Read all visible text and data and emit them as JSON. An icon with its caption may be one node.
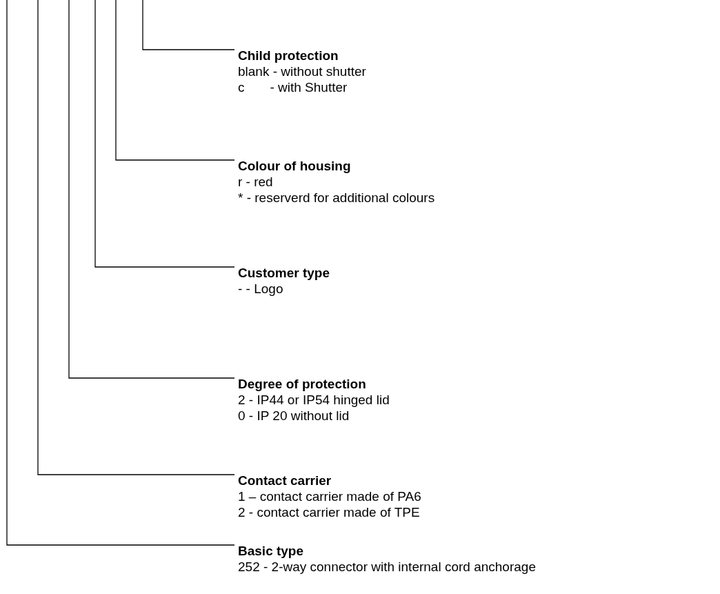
{
  "diagram": {
    "nodes": [
      {
        "text": [
          "Child protection",
          "blank - without shutter",
          "c       - with Shutter"
        ]
      },
      {
        "text": [
          "Colour of housing",
          "r - red",
          "* - reserverd for additional colours"
        ]
      },
      {
        "text": [
          "Customer type",
          "- - Logo"
        ]
      },
      {
        "text": [
          "Degree of protection",
          "2 - IP44 or IP54 hinged lid",
          "0 - IP 20 without lid"
        ]
      },
      {
        "text": [
          "Contact carrier",
          "1 – contact carrier made of PA6",
          "2 - contact carrier made of TPE"
        ]
      },
      {
        "text": [
          "Basic type",
          "252 - 2-way connector with internal cord anchorage"
        ]
      }
    ],
    "edges": [
      {
        "from": null,
        "to": 0,
        "arrow": "none"
      },
      {
        "from": null,
        "to": 1,
        "arrow": "none"
      },
      {
        "from": null,
        "to": 2,
        "arrow": "none"
      },
      {
        "from": null,
        "to": 3,
        "arrow": "none"
      },
      {
        "from": null,
        "to": 4,
        "arrow": "none"
      },
      {
        "from": null,
        "to": 5,
        "arrow": "none"
      }
    ]
  }
}
